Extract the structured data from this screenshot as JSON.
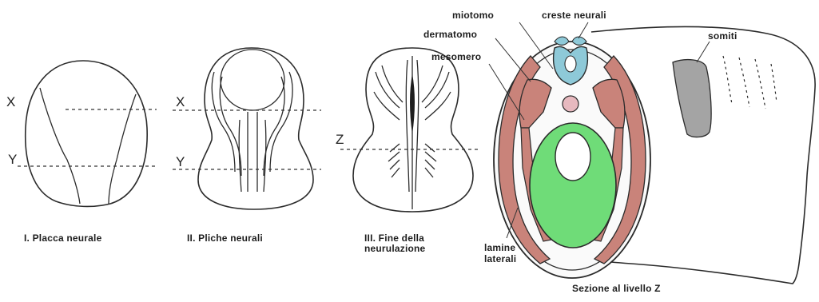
{
  "stages": [
    {
      "caption": "I.  Placca neurale"
    },
    {
      "caption": "II.  Pliche neurali"
    },
    {
      "caption": "III.  Fine della\nneurulazione"
    }
  ],
  "section_labels": {
    "miotomo": "miotomo",
    "creste_neurali": "creste neurali",
    "dermatomo": "dermatomo",
    "mesomero": "mesomero",
    "somiti": "somiti",
    "lamine_laterali": "lamine\nlaterali"
  },
  "section_caption": "Sezione al livello Z",
  "level_markers": {
    "x": "X",
    "y": "Y",
    "z": "Z"
  },
  "colors": {
    "outline": "#2b2b2b",
    "neural_crest": "#8ec9d8",
    "mesoderm": "#c9837a",
    "yolk": "#6fdc78",
    "notochord": "#e7b9bf",
    "background": "#ffffff"
  }
}
